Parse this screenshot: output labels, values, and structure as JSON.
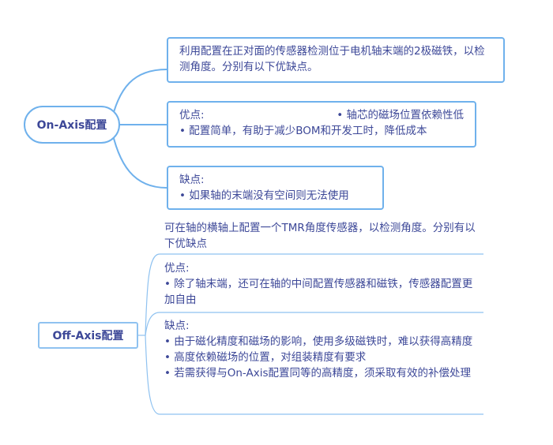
{
  "on_axis": {
    "title": "On-Axis配置",
    "description": "利用配置在正对面的传感器检测位于电机轴末端的2极磁铁，以检测角度。分别有以下优缺点。",
    "pros_label": "优点:",
    "pros": [
      "• 轴芯的磁场位置依赖性低",
      "• 配置简单，有助于减少BOM和开发工时，降低成本"
    ],
    "cons_label": "缺点:",
    "cons": [
      "• 如果轴的末端没有空间则无法使用"
    ]
  },
  "off_axis": {
    "title": "Off-Axis配置",
    "description": "可在轴的横轴上配置一个TMR角度传感器，以检测角度。分别有以下优缺点",
    "pros_label": "优点:",
    "pros": [
      "• 除了轴末端，还可在轴的中间配置传感器和磁铁，传感器配置更加自由"
    ],
    "cons_label": "缺点:",
    "cons": [
      "• 由于磁化精度和磁场的影响，使用多级磁铁时，难以获得高精度",
      "• 高度依赖磁场的位置，对组装精度有要求",
      "• 若需获得与On-Axis配置同等的高精度，须采取有效的补偿处理"
    ]
  },
  "colors": {
    "line": "#6fb1ec",
    "text": "#3d4898"
  }
}
